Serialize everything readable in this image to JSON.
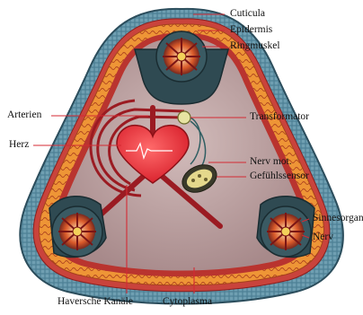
{
  "labels": {
    "cuticula": "Cuticula",
    "epidermis": "Epidermis",
    "ringmuskel": "Ringmuskel",
    "arterien": "Arterien",
    "transformator": "Transformator",
    "herz": "Herz",
    "nerv_mot": "Nerv mot.",
    "gefuehlssensor": "Gefühlssensor",
    "sinnesorgan": "Sinnesorgan",
    "nerv": "Nerv",
    "haversche_kanaele": "Haversche Kanäle",
    "cytoplasma": "Cytoplasma"
  },
  "colors": {
    "cuticula": "#3f6f84",
    "epidermis": "#c9433c",
    "ringmuskel": "#e98a2c",
    "cytoplasma": "#b49a98",
    "heart": "#e62531",
    "arteries": "#9b1b22",
    "organ_shell": "#3a5a63",
    "sensor": "#e4d88c"
  }
}
